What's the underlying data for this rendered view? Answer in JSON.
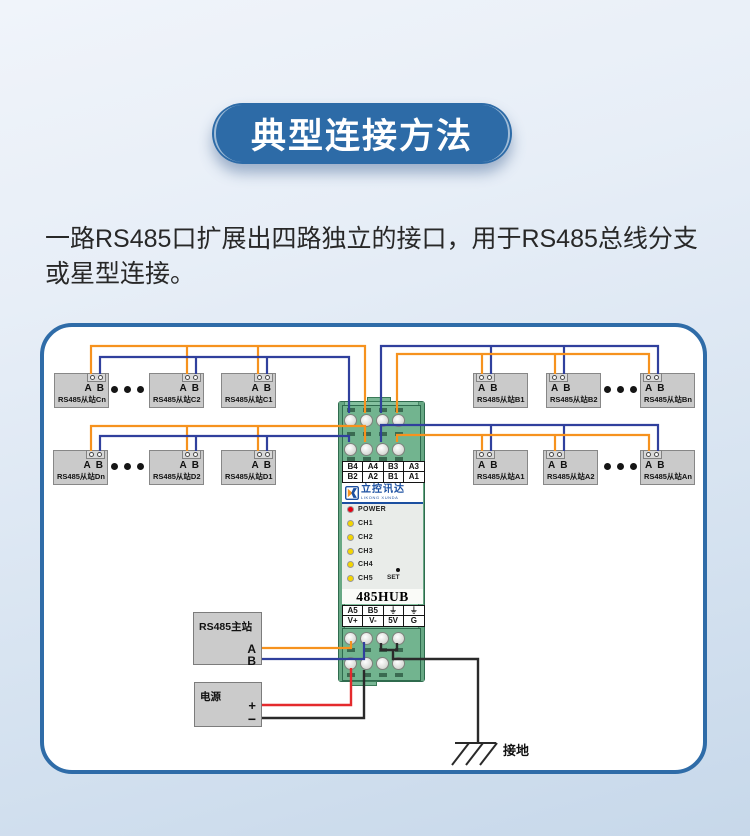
{
  "header": {
    "title": "典型连接方法"
  },
  "description": {
    "line1": "一路RS485口扩展出四路独立的接口，用于RS485总线分支",
    "line2": "或星型连接。"
  },
  "diagram": {
    "port_a": "A",
    "port_b": "B",
    "slaves": [
      {
        "label": "RS485从站Cn"
      },
      {
        "label": "RS485从站C2"
      },
      {
        "label": "RS485从站C1"
      },
      {
        "label": "RS485从站B1"
      },
      {
        "label": "RS485从站B2"
      },
      {
        "label": "RS485从站Bn"
      },
      {
        "label": "RS485从站Dn"
      },
      {
        "label": "RS485从站D2"
      },
      {
        "label": "RS485从站D1"
      },
      {
        "label": "RS485从站A1"
      },
      {
        "label": "RS485从站A2"
      },
      {
        "label": "RS485从站An"
      }
    ],
    "module": {
      "terminal_labels_top": [
        "B4",
        "A4",
        "B3",
        "A3",
        "B2",
        "A2",
        "B1",
        "A1"
      ],
      "brand": "立控讯达",
      "brand_sub": "LIKONG XUNDA",
      "leds": [
        {
          "label": "POWER",
          "color": "#e60012"
        },
        {
          "label": "CH1",
          "color": "#f4d500"
        },
        {
          "label": "CH2",
          "color": "#f4d500"
        },
        {
          "label": "CH3",
          "color": "#f4d500"
        },
        {
          "label": "CH4",
          "color": "#f4d500"
        },
        {
          "label": "CH5",
          "color": "#f4d500"
        }
      ],
      "set_label": "SET",
      "model": "485HUB",
      "terminal_labels_bottom": [
        "A5",
        "B5",
        "⏚",
        "⏚",
        "V+",
        "V-",
        "5V",
        "G"
      ]
    },
    "master": {
      "label": "RS485主站",
      "port_a": "A",
      "port_b": "B"
    },
    "power": {
      "label": "电源",
      "plus": "+",
      "minus": "−"
    },
    "ground_label": "接地"
  },
  "colors": {
    "banner_blue": "#2d6ba7",
    "frame_border": "#2f6ca8",
    "wire_orange": "#f6921e",
    "wire_blue": "#30409d",
    "wire_red": "#e42a2d",
    "wire_black": "#2a2a2a",
    "module_green": "#85c1a0",
    "led_red": "#e60012",
    "led_yellow": "#f4d500",
    "brand_blue": "#1b4fa0"
  }
}
